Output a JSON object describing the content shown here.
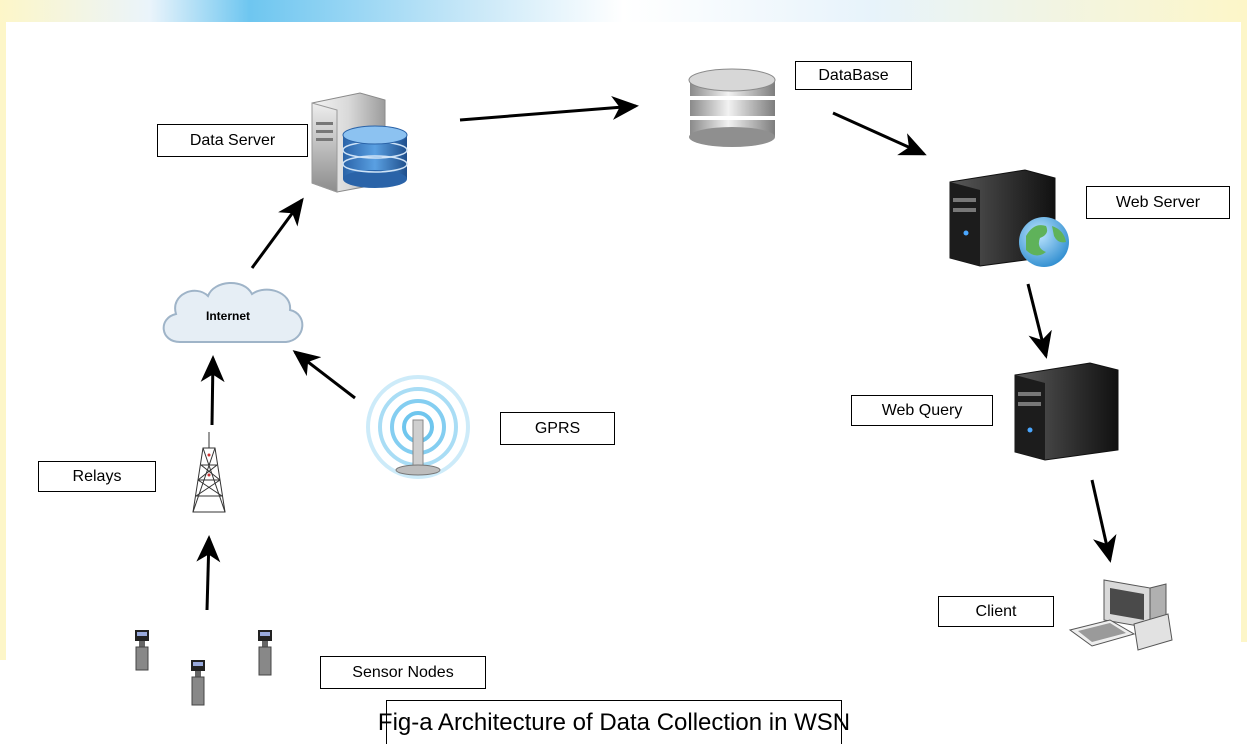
{
  "labels": {
    "data_server": "Data Server",
    "database": "DataBase",
    "web_server": "Web Server",
    "internet": "Internet",
    "gprs": "GPRS",
    "web_query": "Web Query",
    "relays": "Relays",
    "client": "Client",
    "sensor_nodes": "Sensor Nodes"
  },
  "caption": "Fig-a Architecture of Data Collection in WSN",
  "icons": [
    "server-database-icon",
    "database-icon",
    "web-server-icon",
    "cloud-icon",
    "gprs-antenna-icon",
    "query-server-icon",
    "relay-tower-icon",
    "client-computer-icon",
    "sensor-node-icon"
  ],
  "colors": {
    "arrow": "#000000",
    "server_body": "#3a3a3a",
    "db_blue": "#3f7fc6",
    "cloud": "#e6eef5",
    "signal": "#6fc6ee"
  }
}
